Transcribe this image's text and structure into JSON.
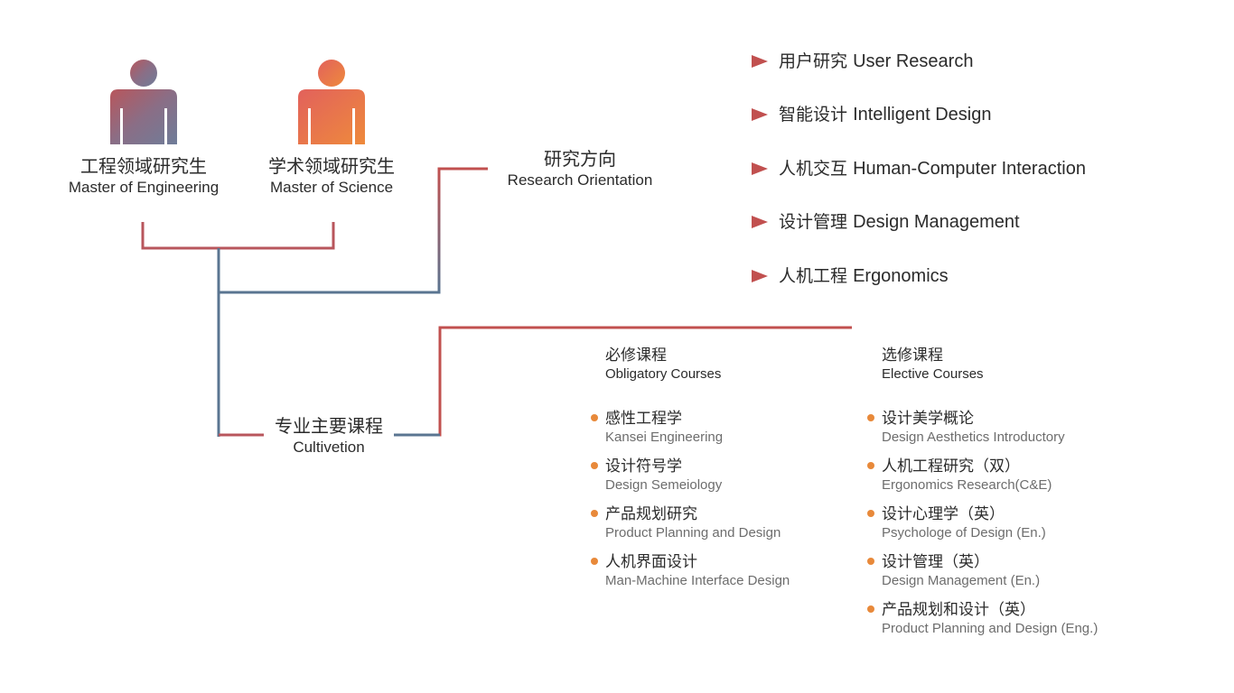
{
  "people": [
    {
      "zh": "工程领域研究生",
      "en": "Master of Engineering",
      "icon": "person-icon",
      "color_top": "#8a6e86",
      "color_bottom": "#b8565c"
    },
    {
      "zh": "学术领域研究生",
      "en": "Master of Science",
      "icon": "person-icon",
      "color_top": "#e2615c",
      "color_bottom": "#ee8a3c"
    }
  ],
  "research": {
    "zh": "研究方向",
    "en": "Research Orientation",
    "items": [
      {
        "zh": "用户研究",
        "en": "User Research"
      },
      {
        "zh": "智能设计",
        "en": "Intelligent Design"
      },
      {
        "zh": "人机交互",
        "en": "Human-Computer Interaction"
      },
      {
        "zh": "设计管理",
        "en": "Design Management"
      },
      {
        "zh": "人机工程",
        "en": "Ergonomics"
      }
    ]
  },
  "cultivation": {
    "zh": "专业主要课程",
    "en": "Cultivetion"
  },
  "obligatory": {
    "zh": "必修课程",
    "en": "Obligatory Courses",
    "courses": [
      {
        "zh": "感性工程学",
        "en": "Kansei Engineering"
      },
      {
        "zh": "设计符号学",
        "en": "Design Semeiology"
      },
      {
        "zh": "产品规划研究",
        "en": "Product Planning and Design"
      },
      {
        "zh": "人机界面设计",
        "en": "Man-Machine Interface Design"
      }
    ]
  },
  "elective": {
    "zh": "选修课程",
    "en": "Elective Courses",
    "courses": [
      {
        "zh": "设计美学概论",
        "en": "Design Aesthetics Introductory"
      },
      {
        "zh": "人机工程研究（双）",
        "en": "Ergonomics Research(C&E)"
      },
      {
        "zh": "设计心理学（英）",
        "en": "Psychologe of  Design (En.)"
      },
      {
        "zh": "设计管理（英）",
        "en": "Design Management (En.)"
      },
      {
        "zh": "产品规划和设计（英）",
        "en": "Product Planning and Design (Eng.)"
      }
    ]
  },
  "colors": {
    "line_blue": "#5a7591",
    "line_red": "#c1504f",
    "bullet": "#e8893a"
  }
}
